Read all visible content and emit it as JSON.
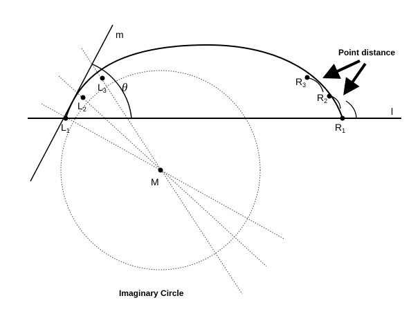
{
  "diagram": {
    "labels": {
      "line_m": "m",
      "line_l": "l",
      "angle": "θ",
      "point_distance": "Point distance",
      "imaginary_circle": "Imaginary Circle",
      "center": "M"
    },
    "points": [
      {
        "id": "L1",
        "letter": "L",
        "sub": "1"
      },
      {
        "id": "L2",
        "letter": "L",
        "sub": "2"
      },
      {
        "id": "L3",
        "letter": "L",
        "sub": "3"
      },
      {
        "id": "R1",
        "letter": "R",
        "sub": "1"
      },
      {
        "id": "R2",
        "letter": "R",
        "sub": "2"
      },
      {
        "id": "R3",
        "letter": "R",
        "sub": "3"
      }
    ]
  }
}
